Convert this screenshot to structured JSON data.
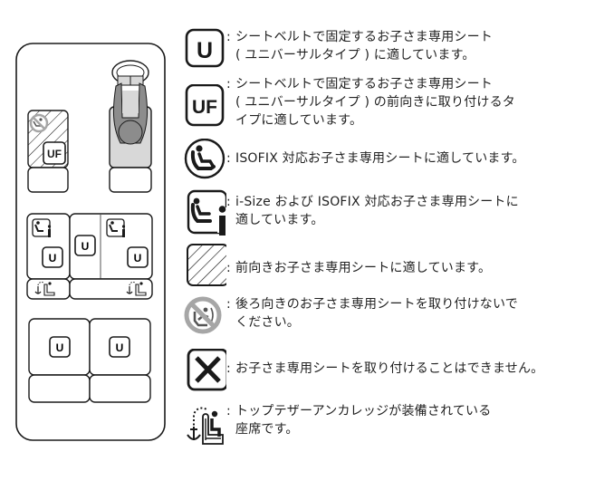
{
  "diagram": {
    "title": "Child seat installation positions",
    "seat_badges": {
      "front_passenger": "UF",
      "row2_left": "U",
      "row2_center": "U",
      "row2_right": "U",
      "row3_left": "U",
      "row3_right": "U"
    }
  },
  "legend": [
    {
      "icon": "universal-u-icon",
      "icon_label": "U",
      "lines": [
        "シートベルトで固定するお子さま専用シート",
        "( ユニバーサルタイプ ) に適しています。"
      ]
    },
    {
      "icon": "universal-forward-uf-icon",
      "icon_label": "UF",
      "lines": [
        "シートベルトで固定するお子さま専用シート",
        "( ユニバーサルタイプ ) の前向きに取り付けるタ",
        "イプに適しています。"
      ]
    },
    {
      "icon": "isofix-child-seat-icon",
      "lines": [
        "ISOFIX 対応お子さま専用シートに適しています。"
      ]
    },
    {
      "icon": "i-size-isofix-icon",
      "lines": [
        "i-Size および ISOFIX 対応お子さま専用シートに",
        "適しています。"
      ]
    },
    {
      "icon": "hatched-forward-facing-icon",
      "lines": [
        "前向きお子さま専用シートに適しています。"
      ]
    },
    {
      "icon": "no-rear-facing-icon",
      "lines": [
        "後ろ向きのお子さま専用シートを取り付けないで",
        "ください。"
      ]
    },
    {
      "icon": "not-allowed-x-icon",
      "lines": [
        "お子さま専用シートを取り付けることはできません。"
      ]
    },
    {
      "icon": "top-tether-anchor-icon",
      "lines": [
        "トップテザーアンカレッジが装備されている",
        "座席です。"
      ]
    }
  ],
  "colors": {
    "line": "#1a1a1a",
    "driver_fill": "#d8d8d8",
    "driver_body": "#8c8c8c",
    "prohibit_gray": "#a6a6a6"
  }
}
